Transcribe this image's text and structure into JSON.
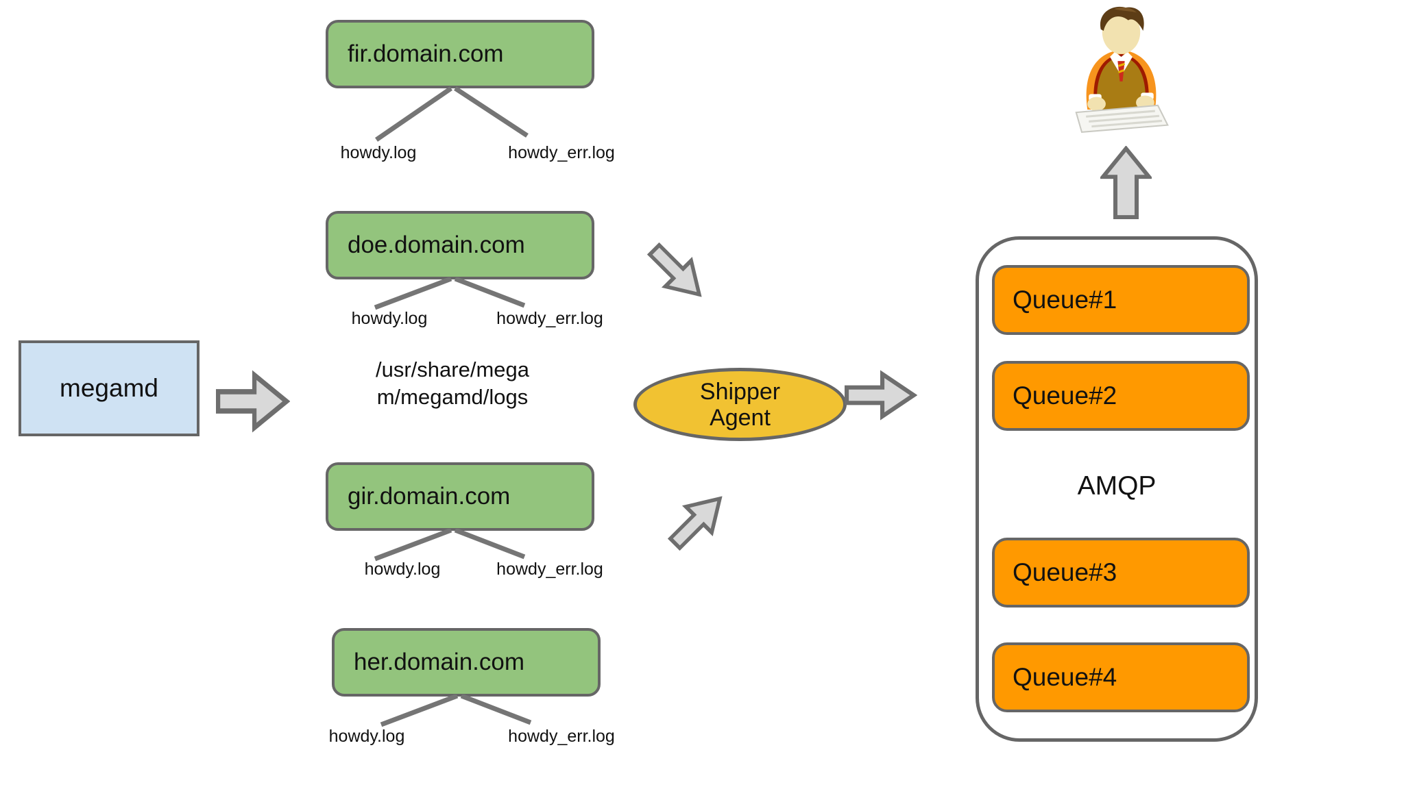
{
  "colors": {
    "host-green": "#93c47d",
    "source-blue": "#cfe2f3",
    "queue-orange": "#ff9900",
    "shipper-yellow": "#f1c232",
    "border-gray": "#666666",
    "arrow-gray": "#d9d9d9",
    "line-gray": "#757575"
  },
  "source": {
    "label": "megamd"
  },
  "log_path": {
    "line1": "/usr/share/mega",
    "line2": "m/megamd/logs"
  },
  "hosts": [
    {
      "label": "fir.domain.com",
      "files": [
        "howdy.log",
        "howdy_err.log"
      ]
    },
    {
      "label": "doe.domain.com",
      "files": [
        "howdy.log",
        "howdy_err.log"
      ]
    },
    {
      "label": "gir.domain.com",
      "files": [
        "howdy.log",
        "howdy_err.log"
      ]
    },
    {
      "label": "her.domain.com",
      "files": [
        "howdy.log",
        "howdy_err.log"
      ]
    }
  ],
  "shipper": {
    "label": "Shipper Agent",
    "line1": "Shipper",
    "line2": "Agent"
  },
  "broker": {
    "label": "AMQP",
    "queues": [
      {
        "label": "Queue#1"
      },
      {
        "label": "Queue#2"
      },
      {
        "label": "Queue#3"
      },
      {
        "label": "Queue#4"
      }
    ]
  },
  "icons": {
    "user": "user-at-keyboard-icon",
    "flow_arrows": [
      "right",
      "down-right",
      "up-right",
      "right",
      "up"
    ]
  }
}
